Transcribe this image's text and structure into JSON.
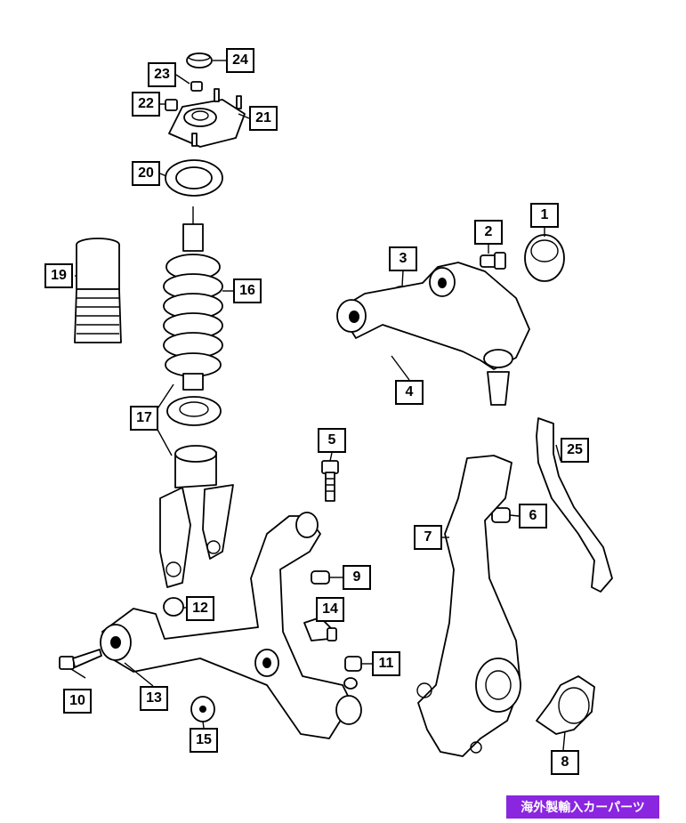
{
  "diagram": {
    "callouts": [
      {
        "id": "c1",
        "label": "1"
      },
      {
        "id": "c2",
        "label": "2"
      },
      {
        "id": "c3",
        "label": "3"
      },
      {
        "id": "c4",
        "label": "4"
      },
      {
        "id": "c5",
        "label": "5"
      },
      {
        "id": "c6",
        "label": "6"
      },
      {
        "id": "c7",
        "label": "7"
      },
      {
        "id": "c8",
        "label": "8"
      },
      {
        "id": "c9",
        "label": "9"
      },
      {
        "id": "c10",
        "label": "10"
      },
      {
        "id": "c11",
        "label": "11"
      },
      {
        "id": "c12",
        "label": "12"
      },
      {
        "id": "c13",
        "label": "13"
      },
      {
        "id": "c14",
        "label": "14"
      },
      {
        "id": "c15",
        "label": "15"
      },
      {
        "id": "c16",
        "label": "16"
      },
      {
        "id": "c17",
        "label": "17"
      },
      {
        "id": "c19",
        "label": "19"
      },
      {
        "id": "c20",
        "label": "20"
      },
      {
        "id": "c21",
        "label": "21"
      },
      {
        "id": "c22",
        "label": "22"
      },
      {
        "id": "c23",
        "label": "23"
      },
      {
        "id": "c24",
        "label": "24"
      },
      {
        "id": "c25",
        "label": "25"
      }
    ]
  },
  "banner": {
    "text": "海外製輸入カーパーツ",
    "color": "#8a25e0"
  }
}
